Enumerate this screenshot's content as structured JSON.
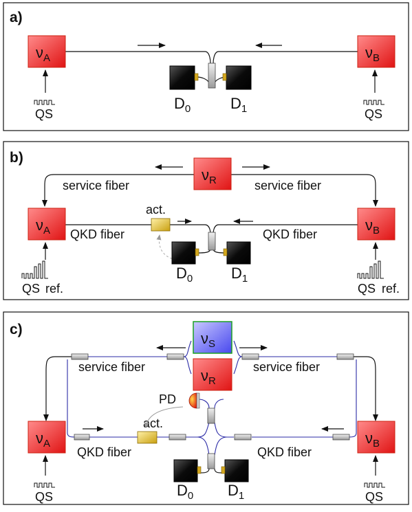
{
  "panels": {
    "a": {
      "label": "a)",
      "source_a": {
        "symbol": "ν",
        "subscript": "A"
      },
      "source_b": {
        "symbol": "ν",
        "subscript": "B"
      },
      "qs_left": "QS",
      "qs_right": "QS",
      "d0": {
        "symbol": "D",
        "subscript": "0"
      },
      "d1": {
        "symbol": "D",
        "subscript": "1"
      }
    },
    "b": {
      "label": "b)",
      "source_r": {
        "symbol": "ν",
        "subscript": "R"
      },
      "source_a": {
        "symbol": "ν",
        "subscript": "A"
      },
      "source_b": {
        "symbol": "ν",
        "subscript": "B"
      },
      "service_left": "service fiber",
      "service_right": "service fiber",
      "qkd_left": "QKD fiber",
      "qkd_right": "QKD fiber",
      "act": "act.",
      "qs_left": "QS",
      "ref_left": "ref.",
      "qs_right": "QS",
      "ref_right": "ref.",
      "d0": {
        "symbol": "D",
        "subscript": "0"
      },
      "d1": {
        "symbol": "D",
        "subscript": "1"
      }
    },
    "c": {
      "label": "c)",
      "source_s": {
        "symbol": "ν",
        "subscript": "S"
      },
      "source_r": {
        "symbol": "ν",
        "subscript": "R"
      },
      "source_a": {
        "symbol": "ν",
        "subscript": "A"
      },
      "source_b": {
        "symbol": "ν",
        "subscript": "B"
      },
      "service_left": "service fiber",
      "service_right": "service fiber",
      "qkd_left": "QKD fiber",
      "qkd_right": "QKD fiber",
      "pd": "PD",
      "act": "act.",
      "qs_left": "QS",
      "qs_right": "QS",
      "d0": {
        "symbol": "D",
        "subscript": "0"
      },
      "d1": {
        "symbol": "D",
        "subscript": "1"
      }
    }
  }
}
